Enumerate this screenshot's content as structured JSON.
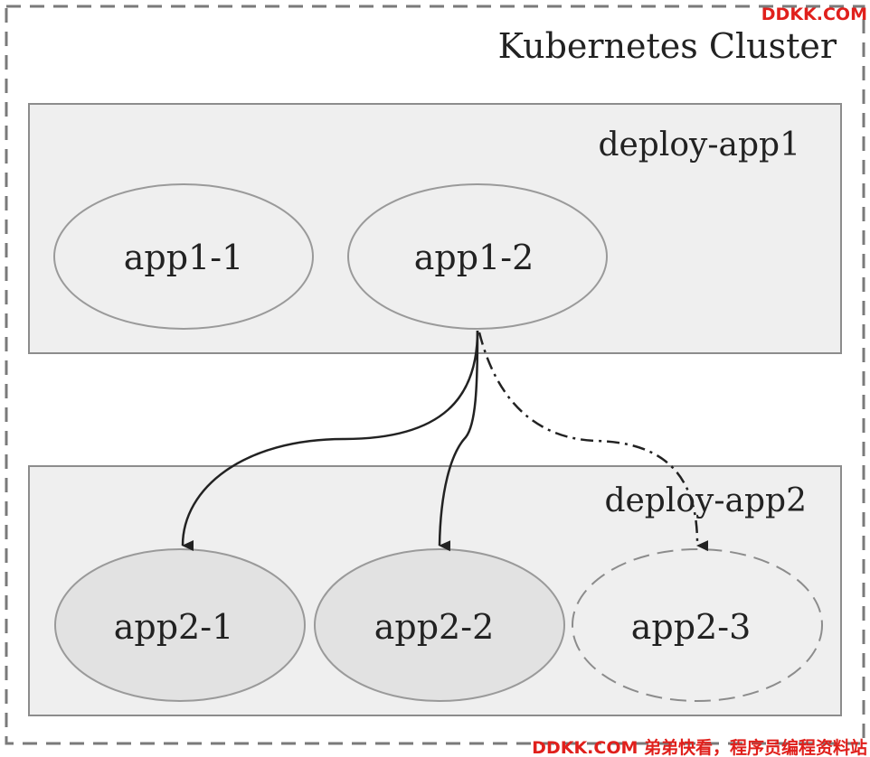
{
  "cluster": {
    "title": "Kubernetes Cluster"
  },
  "deploy_app1": {
    "label": "deploy-app1",
    "pods": [
      {
        "label": "app1-1"
      },
      {
        "label": "app1-2"
      }
    ]
  },
  "deploy_app2": {
    "label": "deploy-app2",
    "pods": [
      {
        "label": "app2-1"
      },
      {
        "label": "app2-2"
      },
      {
        "label": "app2-3"
      }
    ]
  },
  "watermark": {
    "top": "DDKK.COM",
    "bottom": "DDKK.COM 弟弟快看，程序员编程资料站"
  },
  "colors": {
    "cluster_border": "#7a7a7a",
    "deployment_fill": "#efefef",
    "deployment_border": "#8c8c8c",
    "pod1_fill": "#efefef",
    "pod2_fill": "#e2e2e2",
    "pod_border": "#9a9a9a",
    "arrow": "#222222",
    "watermark": "#e0201c"
  }
}
